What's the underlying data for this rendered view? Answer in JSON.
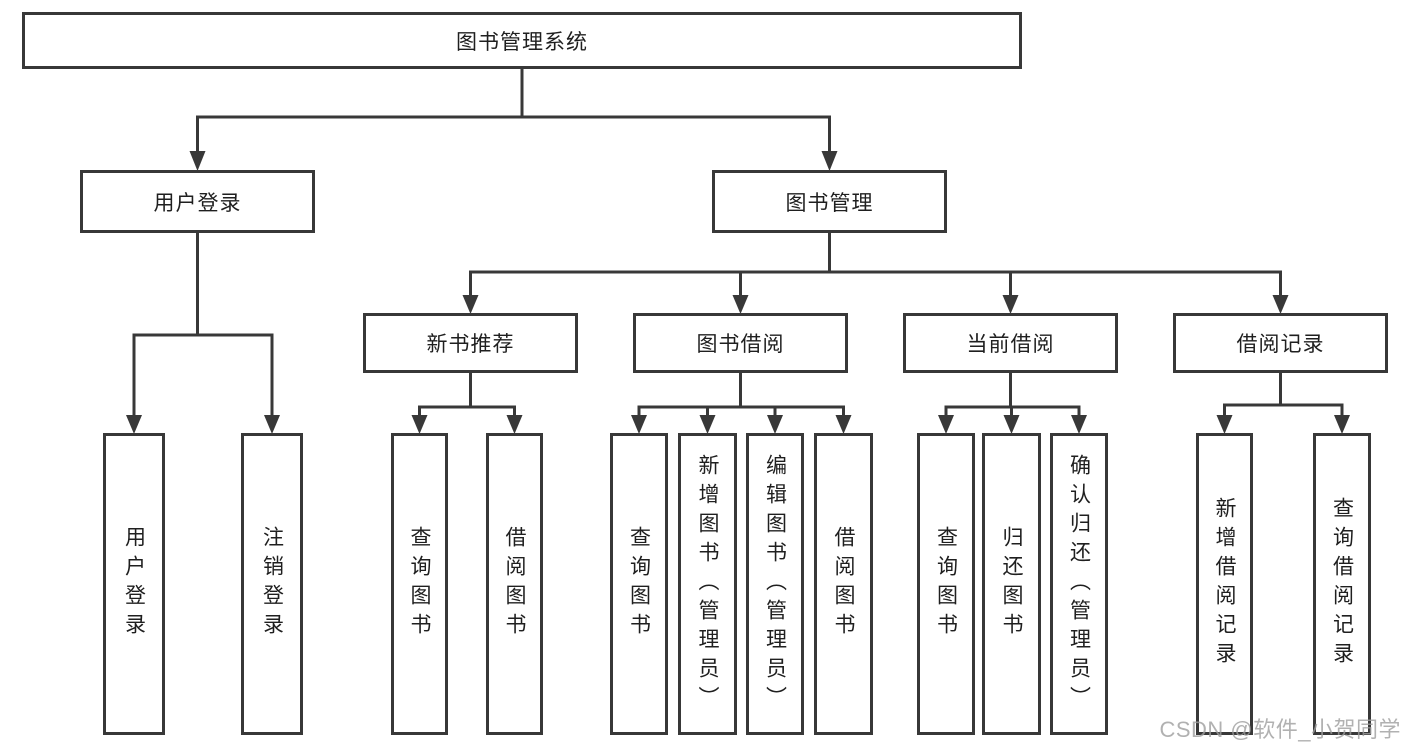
{
  "diagram_title": "图书管理系统",
  "nodes": {
    "root": "图书管理系统",
    "user_login": "用户登录",
    "book_mgmt": "图书管理",
    "new_book_rec": "新书推荐",
    "book_borrow": "图书借阅",
    "current_borrow": "当前借阅",
    "borrow_records": "借阅记录"
  },
  "leaves": {
    "user_login": [
      "用户登录",
      "注销登录"
    ],
    "new_book_rec": [
      "查询图书",
      "借阅图书"
    ],
    "book_borrow": [
      "查询图书",
      "新增图书（管理员）",
      "编辑图书（管理员）",
      "借阅图书"
    ],
    "current_borrow": [
      "查询图书",
      "归还图书",
      "确认归还（管理员）"
    ],
    "borrow_records": [
      "新增借阅记录",
      "查询借阅记录"
    ]
  },
  "watermark": "CSDN @软件_小贺同学",
  "colors": {
    "line": "#383838",
    "box_border": "#383838",
    "text": "#1f1f1f",
    "watermark": "#9e9e9e",
    "background": "#ffffff"
  }
}
